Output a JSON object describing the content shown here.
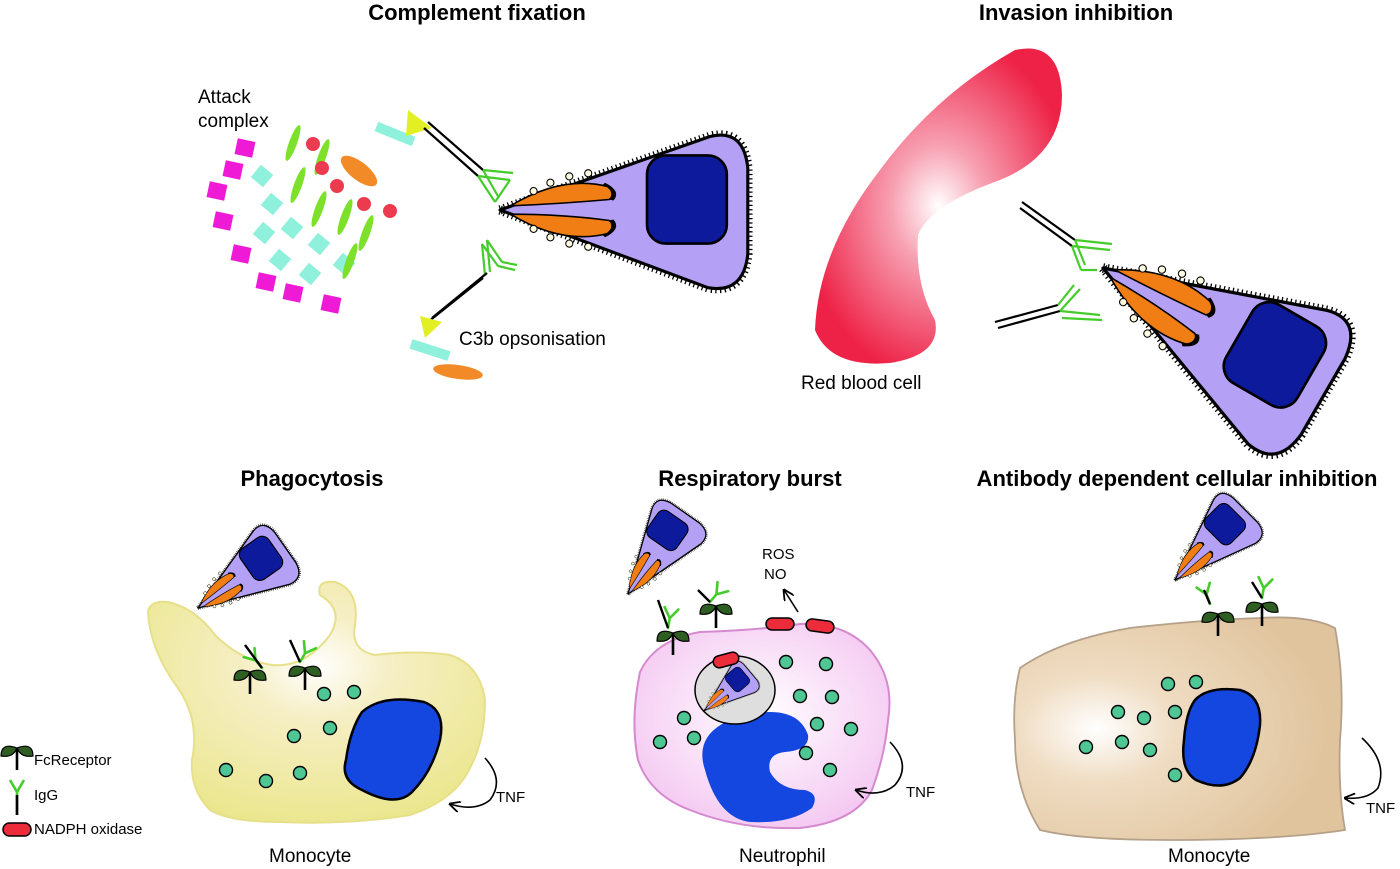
{
  "panels": {
    "complement": {
      "title": "Complement fixation",
      "attack_label_1": "Attack",
      "attack_label_2": "complex",
      "c3b_label": "C3b opsonisation"
    },
    "invasion": {
      "title": "Invasion inhibition",
      "rbc_label": "Red blood cell"
    },
    "phago": {
      "title": "Phagocytosis",
      "cell_label": "Monocyte",
      "cytokine": "TNF"
    },
    "burst": {
      "title": "Respiratory burst",
      "cell_label": "Neutrophil",
      "product_1": "ROS",
      "product_2": "NO",
      "cytokine": "TNF"
    },
    "adci": {
      "title": "Antibody dependent cellular inhibition",
      "cell_label": "Monocyte",
      "cytokine": "TNF"
    }
  },
  "legend": {
    "items": [
      {
        "label": "FcReceptor",
        "icon": "fc-receptor-icon"
      },
      {
        "label": "IgG",
        "icon": "igg-icon"
      },
      {
        "label": "NADPH oxidase",
        "icon": "nadph-oxidase-icon"
      }
    ]
  },
  "colors": {
    "parasite_body": "#b4a0f5",
    "parasite_nucleus": "#0d1a9c",
    "rhoptry": "#f07e14",
    "igg": "#45cc2b",
    "fc_receptor": "#2e5e22",
    "attack_magenta": "#ee1ad6",
    "attack_cyan": "#8ff0dc",
    "attack_green": "#7de02b",
    "attack_red": "#ec3b4e",
    "red_blood_cell": "#ee2247",
    "monocyte_fill": "#eae68a",
    "neutrophil_fill": "#f3c2f0",
    "adci_fill": "#e0c49e",
    "granule": "#4fc795",
    "nucleus_blue": "#1446e0",
    "nadph": "#ec2c3a"
  }
}
